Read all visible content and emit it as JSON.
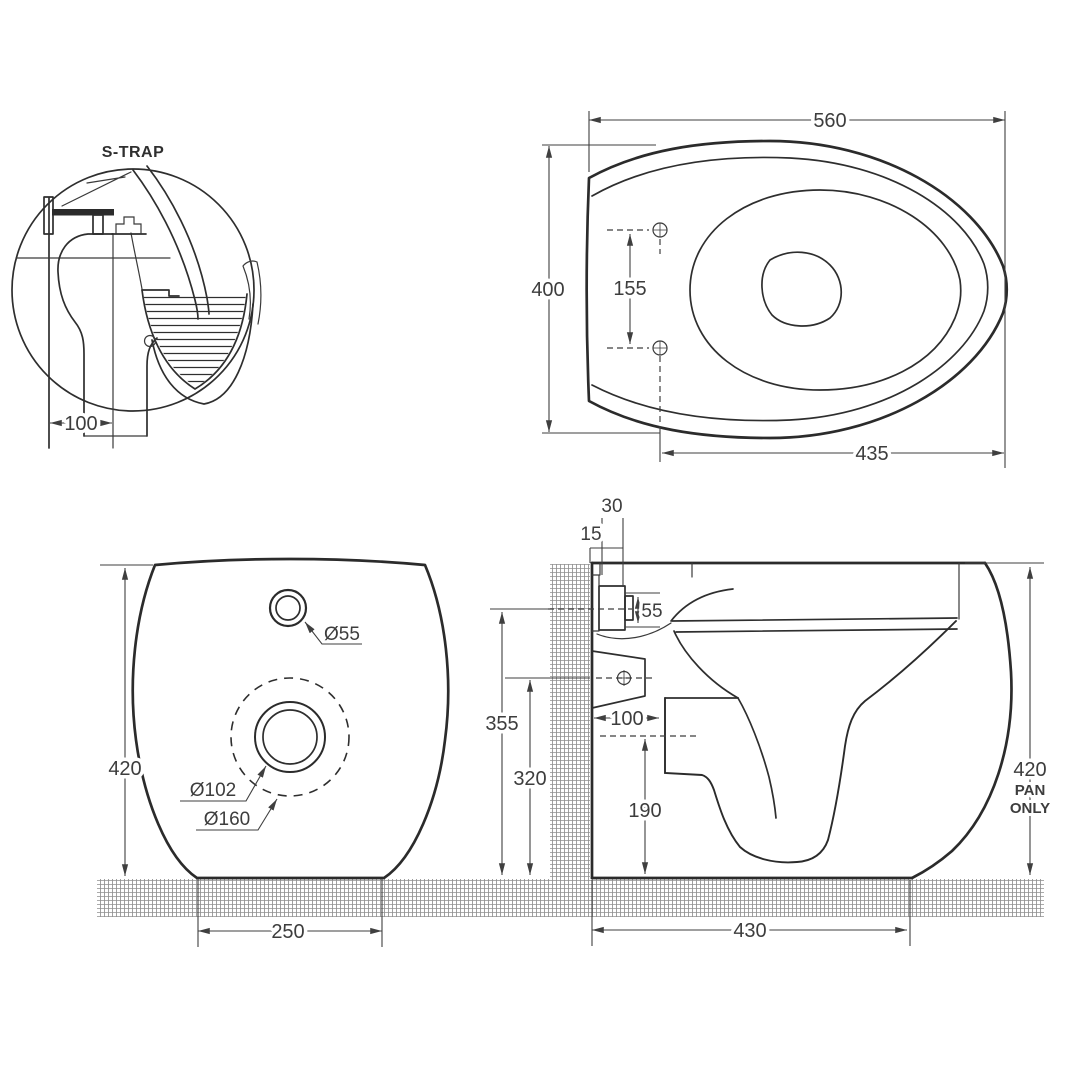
{
  "title": "Toilet pan installation dimension drawing",
  "colors": {
    "line": "#2b2b2b",
    "text": "#3d3d3d",
    "hatch": "#8f8f8f",
    "background": "#ffffff"
  },
  "strap_detail": {
    "title": "S-TRAP",
    "dim_outlet_setout": "100"
  },
  "plan_view": {
    "dim_overall_width": "560",
    "dim_overall_depth": "400",
    "dim_fixing_hole_centres": "155",
    "dim_seat_fixing_length": "435"
  },
  "rear_view": {
    "dim_height": "420",
    "dim_inlet_diameter": "Ø55",
    "dim_outlet_diameter": "Ø102",
    "dim_collar_diameter": "Ø160",
    "dim_base_width": "250"
  },
  "side_view": {
    "dim_rim_offset": "30",
    "dim_wall_gap": "15",
    "dim_inlet_diameter": "55",
    "dim_inlet_height": "355",
    "dim_fixing_height": "320",
    "dim_outlet_setout": "100",
    "dim_outlet_height": "190",
    "dim_overall_depth": "430",
    "dim_pan_height": "420",
    "pan_only_line1": "PAN",
    "pan_only_line2": "ONLY"
  }
}
